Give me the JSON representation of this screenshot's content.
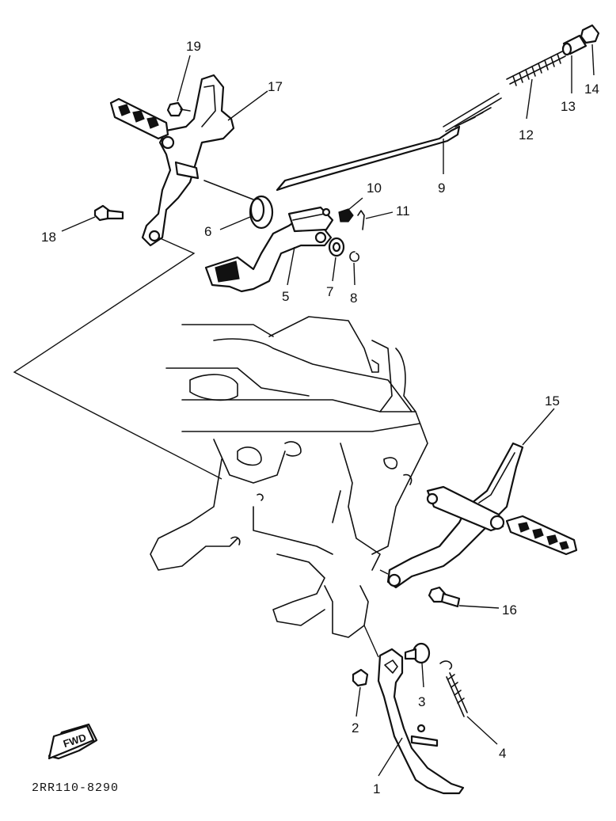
{
  "diagram": {
    "code": "2RR110-8290",
    "fwd_label": "FWD",
    "callouts": [
      "1",
      "2",
      "3",
      "4",
      "5",
      "6",
      "7",
      "8",
      "9",
      "10",
      "11",
      "12",
      "13",
      "14",
      "15",
      "16",
      "17",
      "18",
      "19"
    ]
  }
}
